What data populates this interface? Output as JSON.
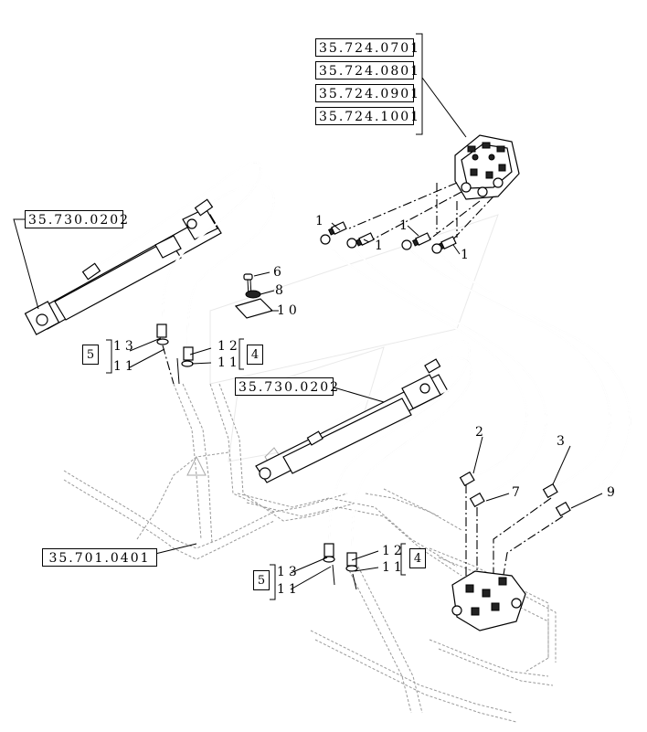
{
  "refs": {
    "valve_1": "35.724.0701",
    "valve_2": "35.724.0801",
    "valve_3": "35.724.0901",
    "valve_4": "35.724.1001",
    "cylinder_left": "35.730.0202",
    "cylinder_center": "35.730.0202",
    "frame": "35.701.0401"
  },
  "callouts": {
    "c1a": "1",
    "c1b": "1",
    "c1c": "1",
    "c1d": "1",
    "c2": "2",
    "c3": "3",
    "c6": "6",
    "c7": "7",
    "c8": "8",
    "c9": "9",
    "c10": "10",
    "g_left_top_box": "5",
    "g_left_top_13": "13",
    "g_left_top_11": "11",
    "g_left_mid_12": "12",
    "g_left_mid_11": "11",
    "g_left_mid_box": "4",
    "g_bot_left_box": "5",
    "g_bot_left_13": "13",
    "g_bot_left_11": "11",
    "g_bot_right_12": "12",
    "g_bot_right_11": "11",
    "g_bot_right_box": "4"
  }
}
